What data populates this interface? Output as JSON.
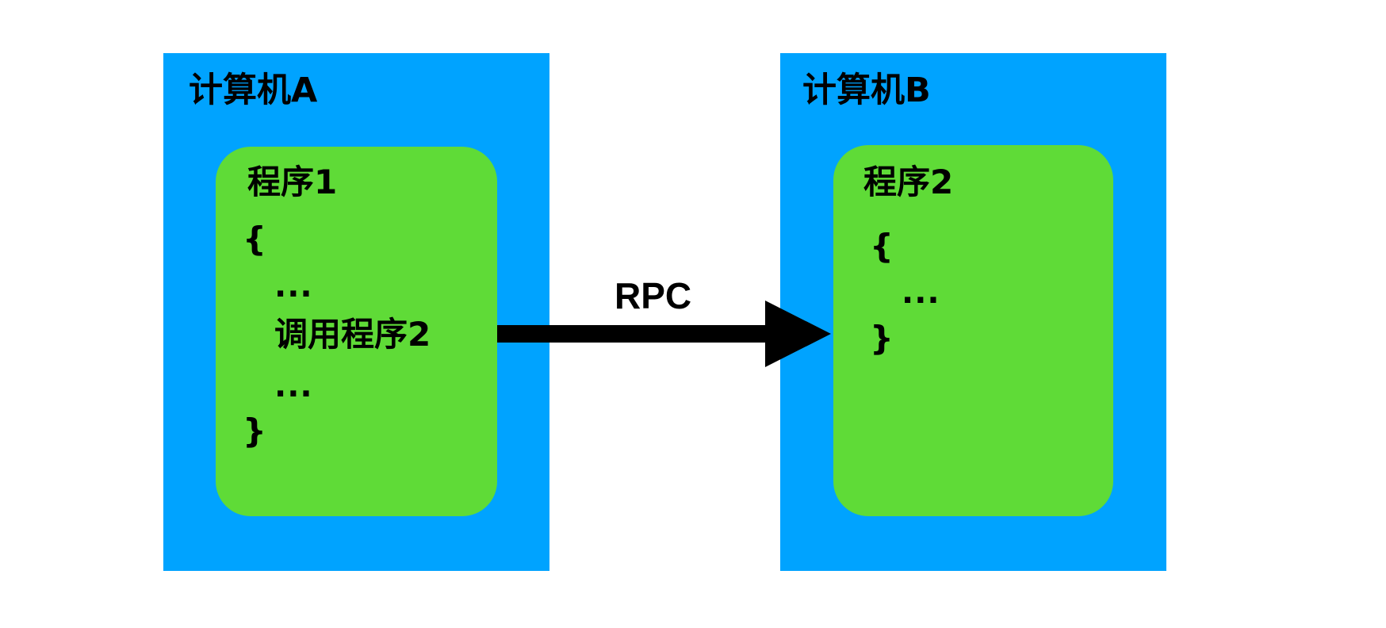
{
  "colors": {
    "computer_fill": "#00a3ff",
    "program_fill": "#5fdb37",
    "arrow": "#000000",
    "text": "#000000",
    "background": "#ffffff"
  },
  "computer_a": {
    "title": "计算机A",
    "program": {
      "title": "程序1",
      "open_brace": "{",
      "lines": [
        "...",
        "调用程序2",
        "..."
      ],
      "close_brace": "}"
    }
  },
  "computer_b": {
    "title": "计算机B",
    "program": {
      "title": "程序2",
      "open_brace": "{",
      "lines": [
        "..."
      ],
      "close_brace": "}"
    }
  },
  "connection": {
    "label": "RPC",
    "from": "程序1",
    "to": "程序2",
    "direction": "right"
  }
}
